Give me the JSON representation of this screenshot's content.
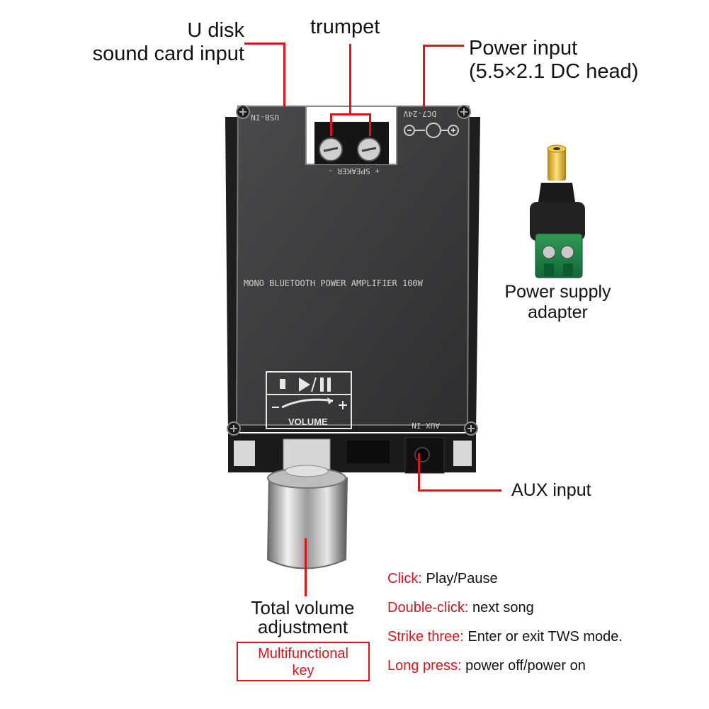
{
  "labels": {
    "usb_line1": "U disk",
    "usb_line2": "sound card input",
    "trumpet": "trumpet",
    "power_line1": "Power input",
    "power_line2": "(5.5×2.1 DC head)",
    "adapter_line1": "Power supply",
    "adapter_line2": "adapter",
    "aux": "AUX input",
    "volume_line1": "Total volume",
    "volume_line2": "adjustment",
    "multi_line1": "Multifunctional",
    "multi_line2": "key"
  },
  "board": {
    "title": "MONO BLUETOOTH POWER AMPLIFIER 100W",
    "usb_in": "USB-IN",
    "dc": "DC7-24V",
    "speaker": "+ SPEAKER -",
    "aux_in": "AUX IN",
    "volume": "VOLUME"
  },
  "functions": [
    {
      "key": "Click:",
      "value": "Play/Pause"
    },
    {
      "key": "Double-click:",
      "value": "next song"
    },
    {
      "key": "Strike three:",
      "value": "Enter or exit TWS mode."
    },
    {
      "key": "Long press:",
      "value": "power off/power on"
    }
  ],
  "colors": {
    "accent_red": "#d8151b",
    "panel": "#3a3a3c"
  }
}
